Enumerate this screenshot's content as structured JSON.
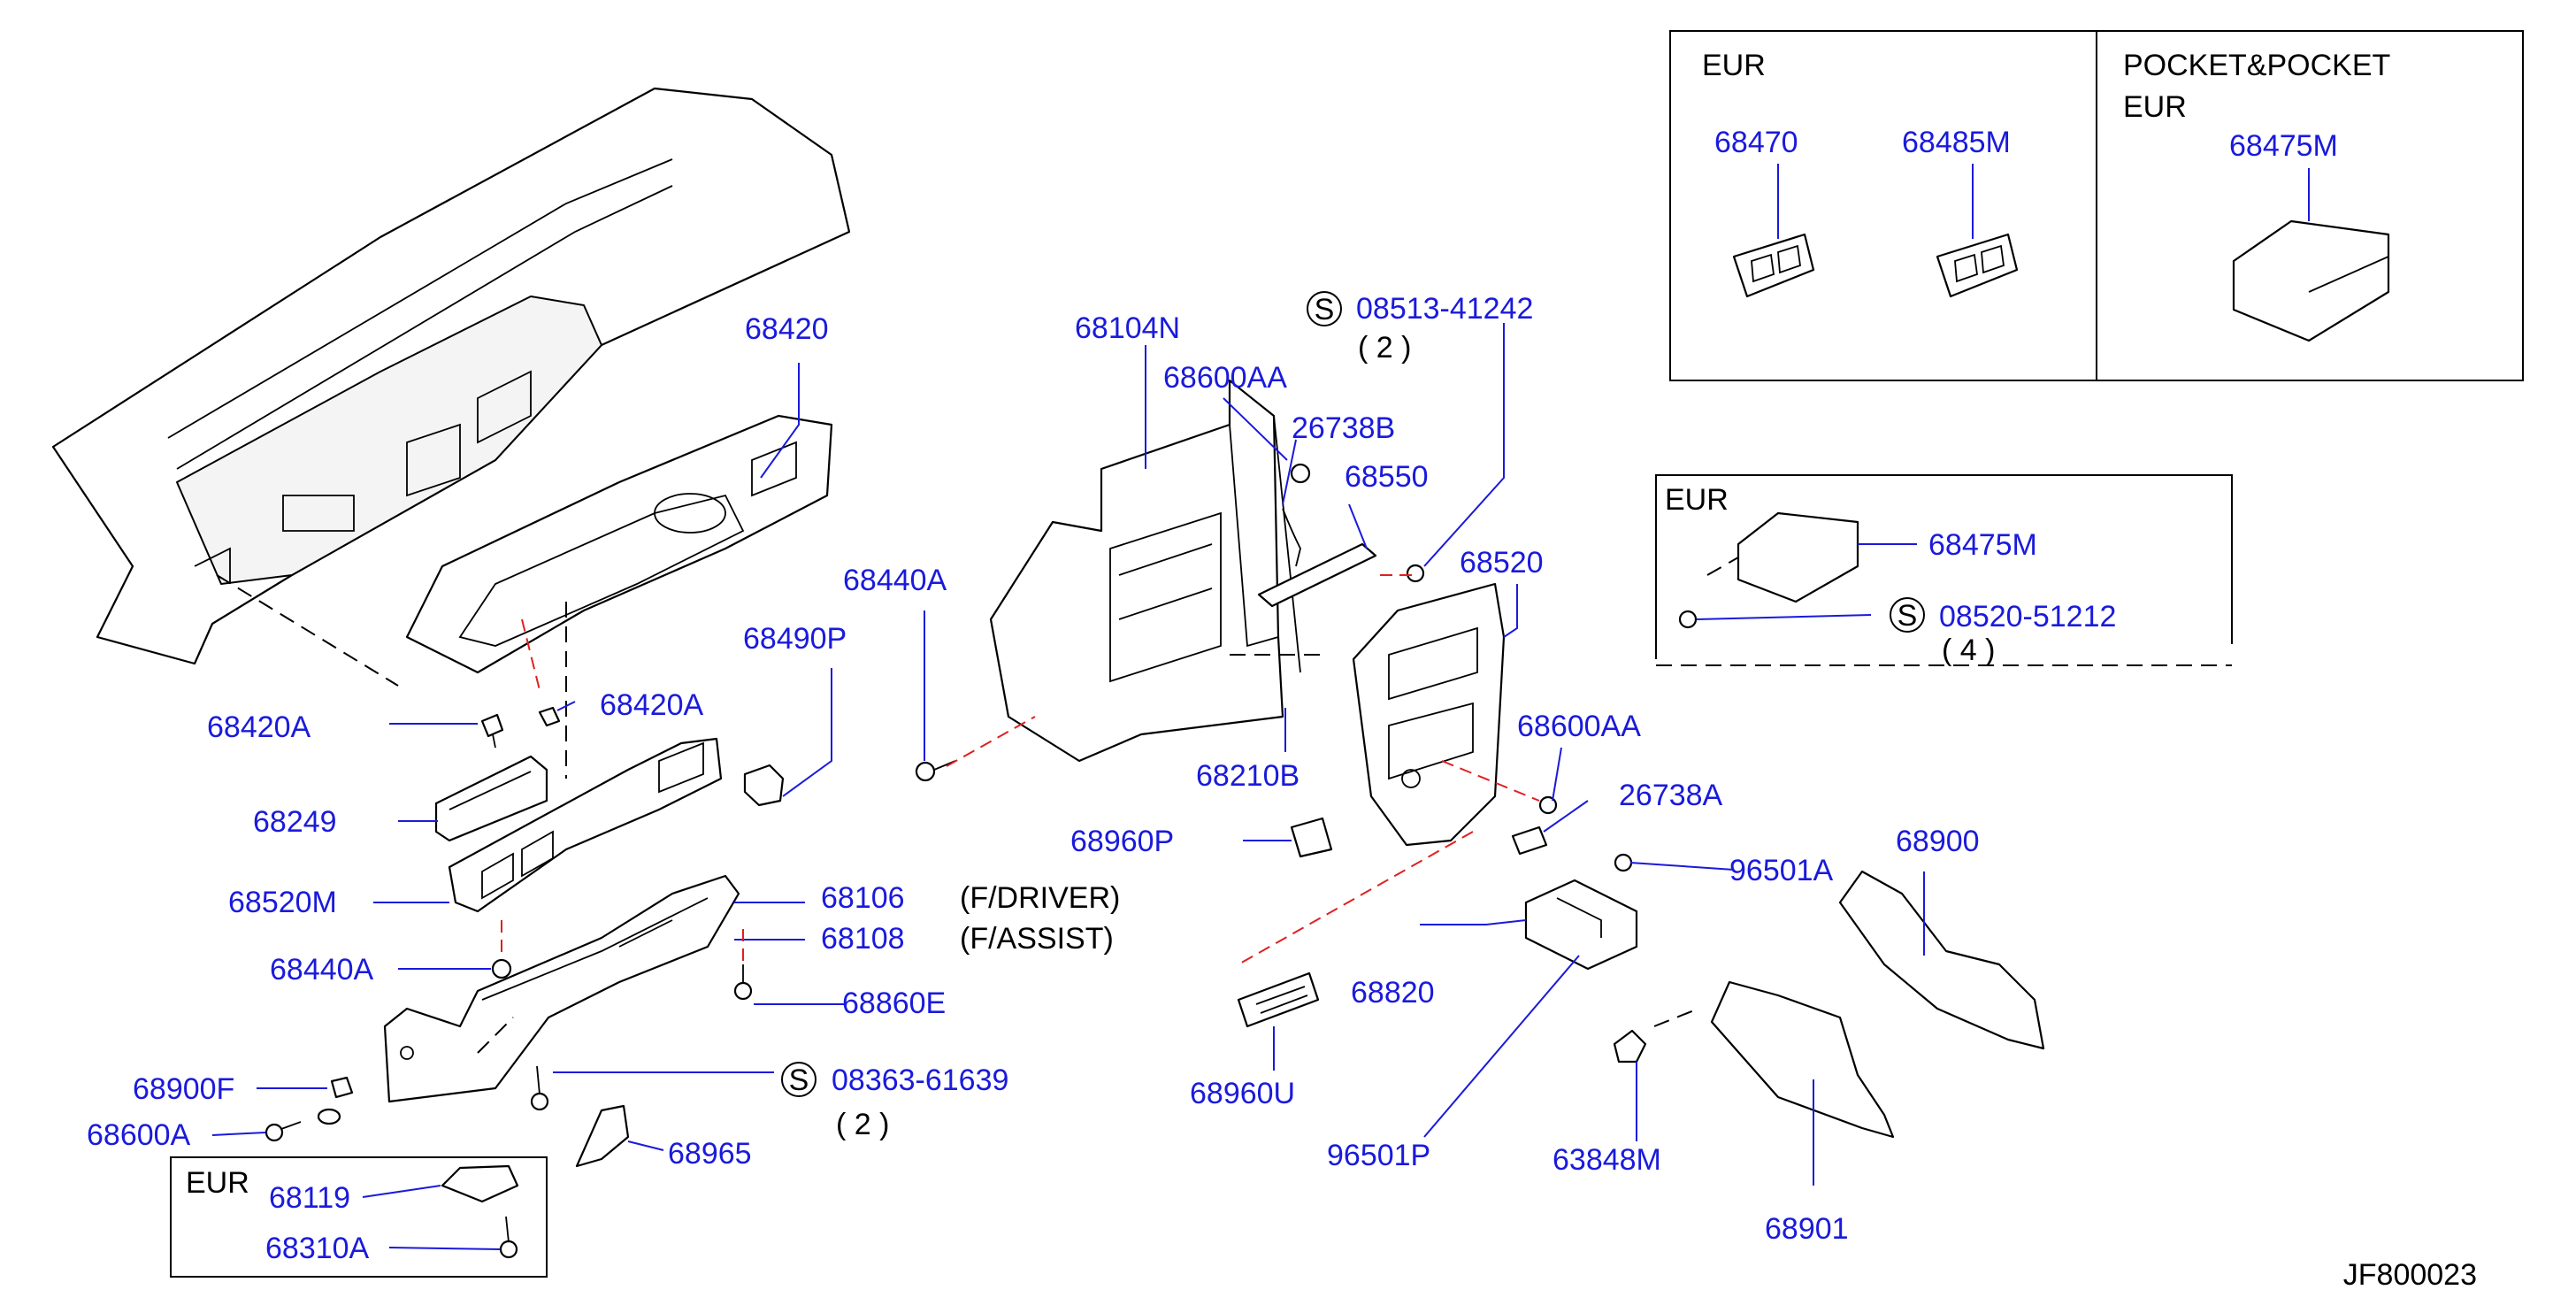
{
  "diagram_code": "JF800023",
  "inset_boxes": {
    "top_right_left_title": "EUR",
    "top_right_right_title": "POCKET&POCKET",
    "top_right_right_subtitle": "EUR",
    "middle_right_title": "EUR",
    "bottom_left_title": "EUR"
  },
  "parts": {
    "p68420": "68420",
    "p68420A": "68420A",
    "p68420A_2": "68420A",
    "p68249": "68249",
    "p68520M": "68520M",
    "p68440A_low": "68440A",
    "p68900F": "68900F",
    "p68600A": "68600A",
    "p68119": "68119",
    "p68310A": "68310A",
    "p68490P": "68490P",
    "p68440A_mid": "68440A",
    "p68106": "68106",
    "p68108": "68108",
    "p68860E": "68860E",
    "p08363": "08363-61639",
    "p68965": "68965",
    "p68104N": "68104N",
    "p68600AA_top": "68600AA",
    "p26738B": "26738B",
    "p68550": "68550",
    "p08513": "08513-41242",
    "p68520": "68520",
    "p68210B": "68210B",
    "p68600AA_mid": "68600AA",
    "p26738A": "26738A",
    "p68960P": "68960P",
    "p96501A": "96501A",
    "p68820": "68820",
    "p68960U": "68960U",
    "p96501P": "96501P",
    "p63848M": "63848M",
    "p68900": "68900",
    "p68901": "68901",
    "p68470": "68470",
    "p68485M": "68485M",
    "p68475M_top": "68475M",
    "p68475M_mid": "68475M",
    "p08520": "08520-51212"
  },
  "notes": {
    "f_driver": "(F/DRIVER)",
    "f_assist": "(F/ASSIST)",
    "qty_2a": "( 2 )",
    "qty_2b": "( 2 )",
    "qty_4": "( 4 )"
  },
  "symbols": {
    "standard_part": "S"
  },
  "colors": {
    "part_number": "#1a1adc",
    "leader_dashed_red": "#e02020",
    "line": "#000000"
  }
}
